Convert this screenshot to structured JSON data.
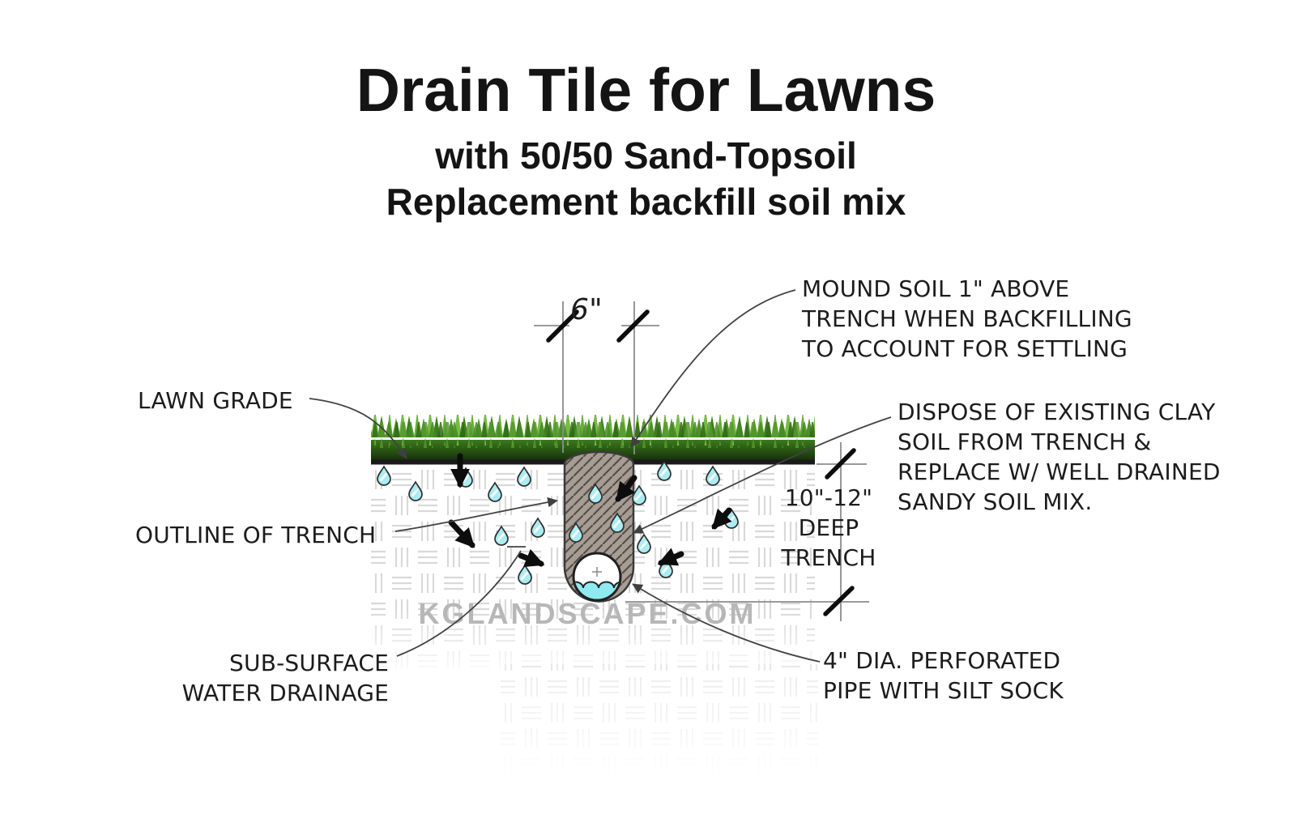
{
  "title": "Drain Tile for Lawns",
  "subtitle_line1": "with 50/50 Sand-Topsoil",
  "subtitle_line2": "Replacement backfill soil mix",
  "watermark": "KGLANDSCAPE.COM",
  "dimensions": {
    "trench_width_label": "6\"",
    "trench_depth": {
      "lines": [
        "10\"-12\"",
        "DEEP",
        "TRENCH"
      ]
    }
  },
  "labels": {
    "lawn_grade": {
      "lines": [
        "LAWN GRADE"
      ]
    },
    "outline_of_trench": {
      "lines": [
        "OUTLINE OF TRENCH"
      ]
    },
    "sub_surface": {
      "lines": [
        "SUB-SURFACE",
        "WATER DRAINAGE"
      ]
    },
    "mound_soil": {
      "lines": [
        "MOUND SOIL 1\" ABOVE",
        "TRENCH WHEN BACKFILLING",
        "TO ACCOUNT FOR SETTLING"
      ]
    },
    "dispose": {
      "lines": [
        "DISPOSE OF EXISTING CLAY",
        "SOIL FROM TRENCH &",
        "REPLACE W/ WELL DRAINED",
        "SANDY SOIL MIX."
      ]
    },
    "pipe": {
      "lines": [
        "4\" DIA. PERFORATED",
        "PIPE WITH SILT SOCK"
      ]
    }
  },
  "colors": {
    "ink": "#1c1c1c",
    "leader_line": "#434343",
    "dimension_gray": "#8c8c8c",
    "grass_green": "#4f9127",
    "grass_dark_base": "#1a1a1a",
    "soil_hatch_gray": "#d9d9d9",
    "trench_fill": "#a79d94",
    "trench_hatch": "#564f47",
    "pipe_white": "#ffffff",
    "pipe_water_cyan": "#8ee9f1",
    "droplet_cyan": "#a9ecf1",
    "watermark_gray": "#b7b7b7"
  }
}
